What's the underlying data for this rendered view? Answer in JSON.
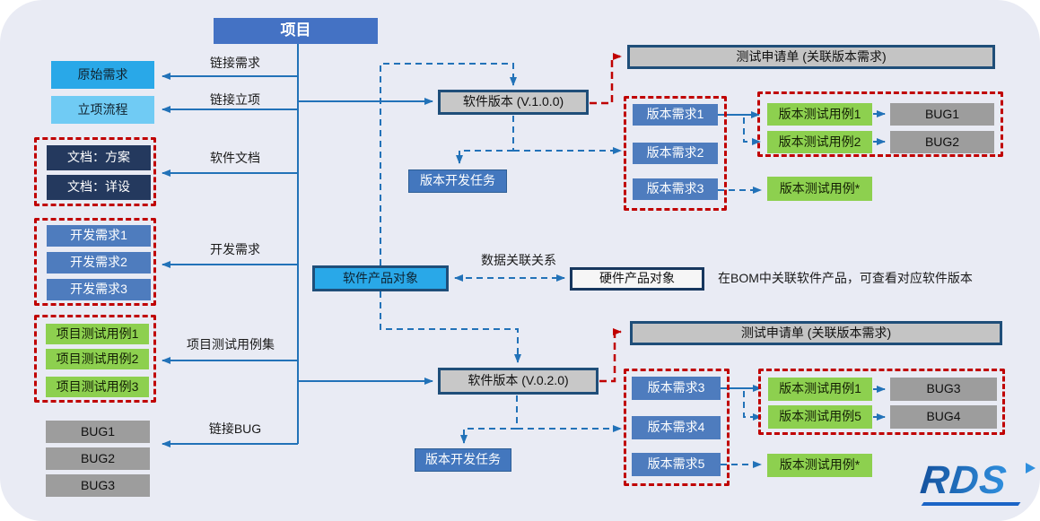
{
  "colors": {
    "background": "#E9EBF4",
    "project_blue": "#4472C4",
    "cyan": "#29A8E8",
    "sky": "#70CBF4",
    "navy": "#24395E",
    "steel_blue": "#4E7CBE",
    "green": "#8DD04F",
    "gray": "#9D9D9D",
    "version_fill": "#C8C8C8",
    "version_border": "#1F4E79",
    "wire_blue": "#2272B8",
    "red_dashed": "#C00000",
    "logo_blue": "#1B64C6"
  },
  "project": {
    "label": "项目"
  },
  "edge_labels": {
    "link_requirement": "链接需求",
    "link_approval": "链接立项",
    "software_doc": "软件文档",
    "dev_requirement": "开发需求",
    "project_test_case_set": "项目测试用例集",
    "link_bug": "链接BUG",
    "data_relation": "数据关联关系"
  },
  "left": {
    "raw_requirement": "原始需求",
    "approval_flow": "立项流程",
    "docs": [
      "文档：方案",
      "文档：详设"
    ],
    "dev_requirements": [
      "开发需求1",
      "开发需求2",
      "开发需求3"
    ],
    "project_test_cases": [
      "项目测试用例1",
      "项目测试用例2",
      "项目测试用例3"
    ],
    "bugs": [
      "BUG1",
      "BUG2",
      "BUG3"
    ]
  },
  "center": {
    "software_version_1": "软件版本 (V.1.0.0)",
    "software_version_2": "软件版本 (V.0.2.0)",
    "version_dev_task": "版本开发任务",
    "software_product": "软件产品对象",
    "hardware_product": "硬件产品对象",
    "bom_note": "在BOM中关联软件产品，可查看对应软件版本"
  },
  "right_top": {
    "test_request": "测试申请单 (关联版本需求)",
    "version_requirements": [
      "版本需求1",
      "版本需求2",
      "版本需求3"
    ],
    "test_cases": [
      "版本测试用例1",
      "版本测试用例2"
    ],
    "bugs": [
      "BUG1",
      "BUG2"
    ],
    "test_case_star": "版本测试用例*"
  },
  "right_bottom": {
    "test_request": "测试申请单 (关联版本需求)",
    "version_requirements": [
      "版本需求3",
      "版本需求4",
      "版本需求5"
    ],
    "test_cases": [
      "版本测试用例1",
      "版本测试用例5"
    ],
    "bugs": [
      "BUG3",
      "BUG4"
    ],
    "test_case_star": "版本测试用例*"
  },
  "logo": {
    "text": "RDS"
  }
}
